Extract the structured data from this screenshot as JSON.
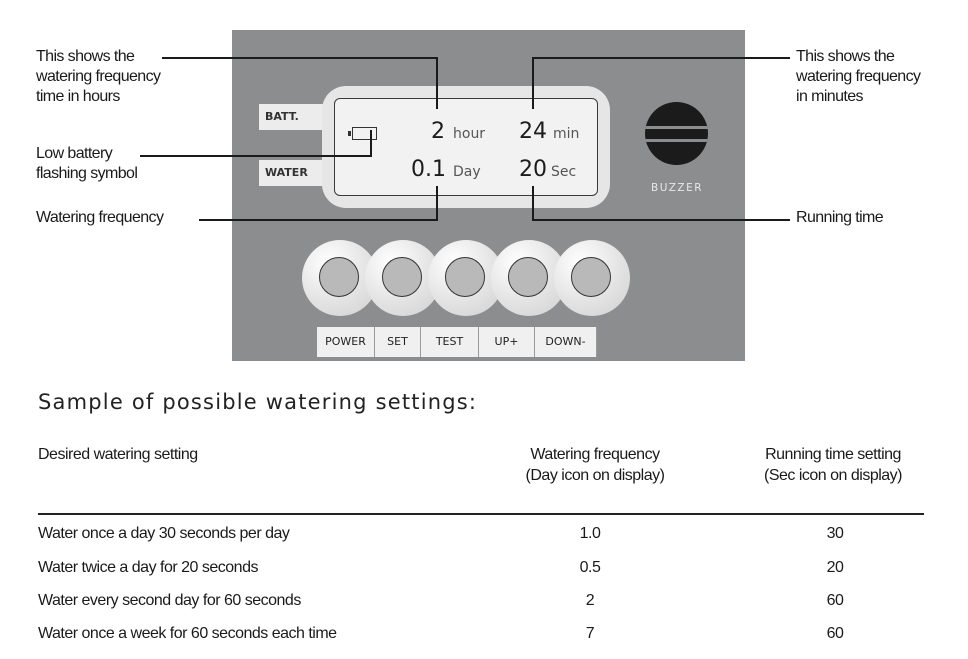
{
  "callouts": {
    "hours_1": "This shows the",
    "hours_2": "watering frequency",
    "hours_3": "time in hours",
    "battery_1": "Low battery",
    "battery_2": "flashing symbol",
    "frequency": "Watering frequency",
    "minutes_1": "This shows the",
    "minutes_2": "watering frequency",
    "minutes_3": "in minutes",
    "running": "Running time"
  },
  "device": {
    "side_labels": {
      "batt": "BATT.",
      "water": "WATER"
    },
    "display": {
      "hour_value": "2",
      "hour_unit": "hour",
      "min_value": "24",
      "min_unit": "min",
      "day_value": "0.1",
      "day_unit": "Day",
      "sec_value": "20",
      "sec_unit": "Sec"
    },
    "buzzer_label": "BUZZER",
    "buttons": [
      "POWER",
      "SET",
      "TEST",
      "UP+",
      "DOWN-"
    ]
  },
  "table": {
    "title": "Sample of possible watering settings:",
    "headers": {
      "setting": "Desired watering setting",
      "frequency_1": "Watering frequency",
      "frequency_2": "(Day icon on display)",
      "running_1": "Running time setting",
      "running_2": "(Sec icon on display)"
    },
    "rows": [
      {
        "setting": "Water once a day 30 seconds per day",
        "frequency": "1.0",
        "running": "30"
      },
      {
        "setting": "Water twice a day for 20 seconds",
        "frequency": "0.5",
        "running": "20"
      },
      {
        "setting": "Water every second day for 60 seconds",
        "frequency": "2",
        "running": "60"
      },
      {
        "setting": "Water once a week for 60 seconds each time",
        "frequency": "7",
        "running": "60"
      }
    ]
  }
}
